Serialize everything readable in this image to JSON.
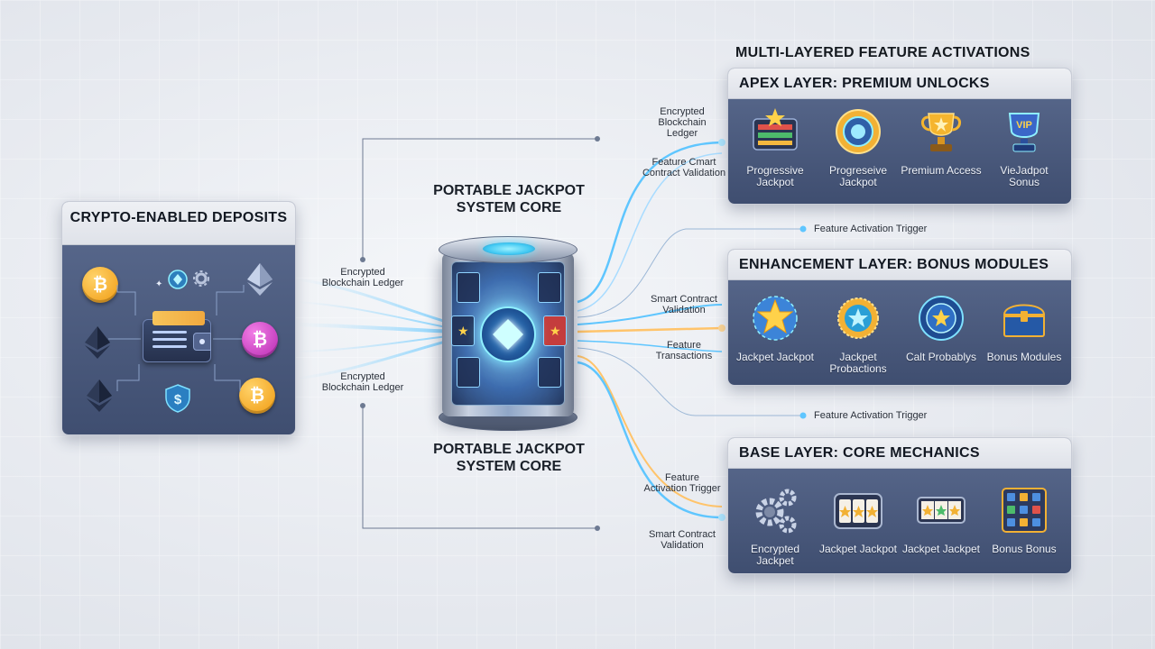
{
  "header": {
    "title": "MULTI-LAYERED FEATURE ACTIVATIONS"
  },
  "deposits": {
    "title": "CRYPTO-ENABLED DEPOSITS"
  },
  "core": {
    "title_top": "PORTABLE JACKPOT SYSTEM CORE",
    "title_bottom": "PORTABLE JACKPOT SYSTEM CORE"
  },
  "annotations": {
    "left_top": "Encrypted Blockchain Ledger",
    "left_bottom": "Encrypted Blockchain Ledger",
    "apex_ledger": "Encrypted Blockchain Ledger",
    "apex_validation": "Feature Cmart Contract Validation",
    "trigger_1": "Feature Activation Trigger",
    "smart_contract_1": "Smart Contract Validation",
    "feature_transactions": "Feature Transactions",
    "trigger_2": "Feature Activation Trigger",
    "base_trigger": "Feature Activation Trigger",
    "smart_contract_2": "Smart Contract Validation"
  },
  "layers": {
    "apex": {
      "title": "APEX LAYER: PREMIUM UNLOCKS",
      "items": [
        {
          "label": "Progressive Jackpot",
          "icon": "jackpot-board-icon"
        },
        {
          "label": "Progreseive Jackpot",
          "icon": "progressive-medal-icon"
        },
        {
          "label": "Premium Access",
          "icon": "trophy-icon"
        },
        {
          "label": "VieJadpot Sonus",
          "icon": "vip-trophy-icon",
          "badge": "VIP"
        }
      ]
    },
    "enhancement": {
      "title": "ENHANCEMENT LAYER: BONUS MODULES",
      "items": [
        {
          "label": "Jackpet Jackpot",
          "icon": "star-burst-icon"
        },
        {
          "label": "Jackpet Probactions",
          "icon": "star-coin-icon"
        },
        {
          "label": "Calt Probablys",
          "icon": "star-ring-icon"
        },
        {
          "label": "Bonus Modules",
          "icon": "treasure-chest-icon"
        }
      ]
    },
    "base": {
      "title": "BASE LAYER: CORE MECHANICS",
      "items": [
        {
          "label": "Encrypted Jackpet",
          "icon": "gears-icon"
        },
        {
          "label": "Jackpet Jackpot",
          "icon": "slot-reels-icon"
        },
        {
          "label": "Jackpet Jackpet",
          "icon": "slot-reels-small-icon"
        },
        {
          "label": "Bonus Bonus",
          "icon": "bonus-grid-icon"
        }
      ]
    }
  },
  "colors": {
    "panel_top": "#5b6b8f",
    "panel_bottom": "#3f4e70",
    "stream_blue": "#5fc6ff",
    "stream_orange": "#ffc46b"
  }
}
